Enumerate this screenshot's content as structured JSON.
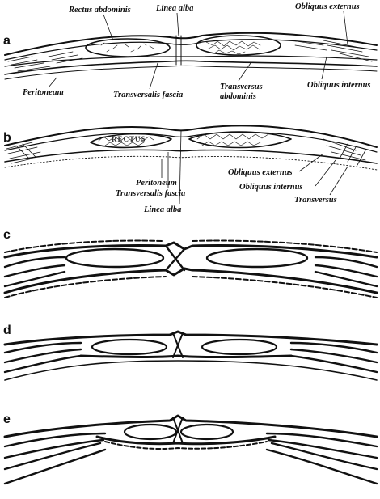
{
  "panels": [
    {
      "letter": "a",
      "labels": {
        "rectus_abdominis": "Rectus abdominis",
        "linea_alba": "Linea alba",
        "obliquus_externus": "Obliquus externus",
        "peritoneum": "Peritoneum",
        "transversalis_fascia": "Transversalis fascia",
        "transversus_abdominis_1": "Transversus",
        "transversus_abdominis_2": "abdominis",
        "obliquus_internus": "Obliquus internus"
      }
    },
    {
      "letter": "b",
      "labels": {
        "rectus_inline": "RECTUS",
        "peritoneum": "Peritoneum",
        "transversalis_fascia": "Transversalis fascia",
        "linea_alba": "Linea alba",
        "obliquus_externus": "Obliquus externus",
        "obliquus_internus": "Obliquus internus",
        "transversus": "Transversus"
      }
    },
    {
      "letter": "c"
    },
    {
      "letter": "d"
    },
    {
      "letter": "e"
    }
  ],
  "colors": {
    "ink": "#111111",
    "background": "#ffffff"
  }
}
